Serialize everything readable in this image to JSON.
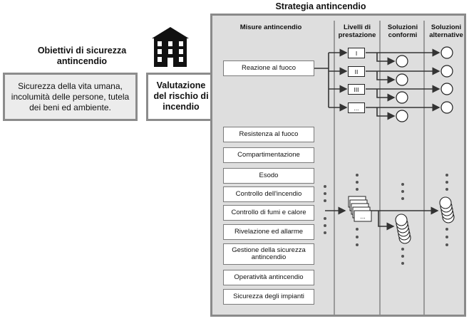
{
  "objectives": {
    "title": "Obiettivi di sicurezza antincendio",
    "text": "Sicurezza della vita umana, incolumità delle persone, tutela dei beni ed ambiente."
  },
  "assessment": {
    "label": "Valutazione del rischio di incendio"
  },
  "strategy": {
    "title": "Strategia antincendio",
    "columns": {
      "measures": "Misure antincendio",
      "levels": "Livelli di prestazione",
      "conforming": "Soluzioni conformi",
      "alternative": "Soluzioni alternative"
    },
    "measures": [
      "Reazione al fuoco",
      "Resistenza al fuoco",
      "Compartimentazione",
      "Esodo",
      "Controllo dell'incendio",
      "Controllo di fumi e calore",
      "Rivelazione ed allarme",
      "Gestione della sicurezza antincendio",
      "Operatività antincendio",
      "Sicurezza degli impianti"
    ],
    "levels": [
      "I",
      "II",
      "III",
      "..."
    ],
    "stack_level_label": "..."
  },
  "colors": {
    "panel_bg": "#dedede",
    "panel_border": "#8a8a8a",
    "objective_bg": "#ececec"
  }
}
